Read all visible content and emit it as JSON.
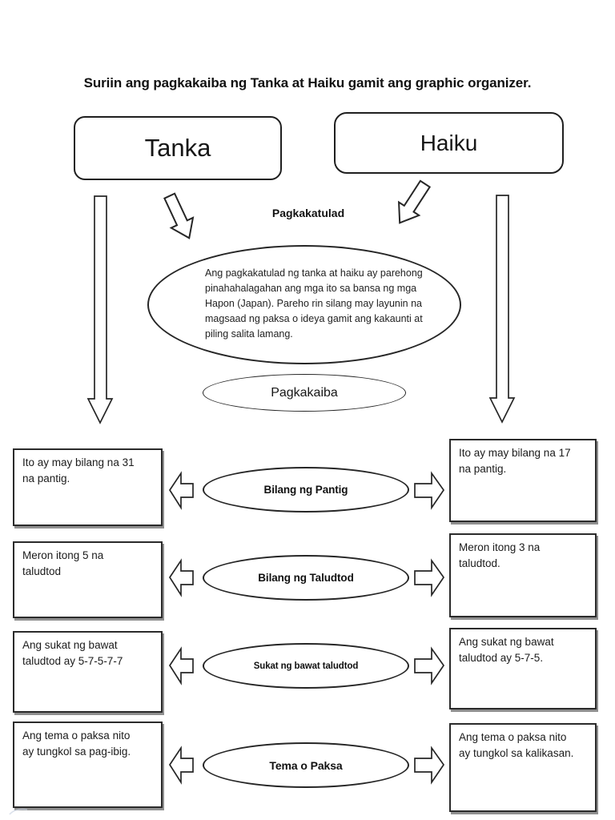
{
  "page": {
    "title": "Suriin ang pagkakaiba ng Tanka at Haiku gamit ang graphic organizer."
  },
  "headers": {
    "left": "Tanka",
    "right": "Haiku"
  },
  "similarities": {
    "label": "Pagkakatulad",
    "text": "Ang pagkakatulad ng tanka at haiku ay parehong\npinahahalagahan ang mga ito sa bansa ng mga\nHapon (Japan). Pareho rin silang may layunin na\nmagsaad ng paksa o ideya gamit ang kakaunti at\npiling salita lamang."
  },
  "differences": {
    "label": "Pagkakaiba",
    "rows": [
      {
        "category": "Bilang ng Pantig",
        "tanka": "Ito ay may bilang na 31\nna pantig.",
        "haiku": "Ito ay may bilang na 17\nna pantig."
      },
      {
        "category": "Bilang ng Taludtod",
        "tanka": "Meron itong 5 na\ntaludtod",
        "haiku": "Meron itong 3 na\ntaludtod."
      },
      {
        "category": "Sukat ng bawat taludtod",
        "tanka": "Ang sukat ng bawat\ntaludtod ay 5-7-5-7-7",
        "haiku": "Ang sukat ng bawat\ntaludtod ay 5-7-5."
      },
      {
        "category": "Tema o Paksa",
        "tanka": "Ang tema o paksa nito\nay tungkol sa pag-ibig.",
        "haiku": "Ang tema o paksa nito\nay tungkol sa kalikasan."
      }
    ]
  },
  "icons": {
    "tanka_column": "long-down-arrow",
    "haiku_column": "long-down-arrow",
    "tanka_to_similarities": "down-right-arrow",
    "haiku_to_similarities": "down-left-arrow",
    "row_left": "left-block-arrow",
    "row_right": "right-block-arrow"
  },
  "colors": {
    "ink": "#262626",
    "paper": "#ffffff",
    "box_shadow": "#8f8f8f"
  }
}
